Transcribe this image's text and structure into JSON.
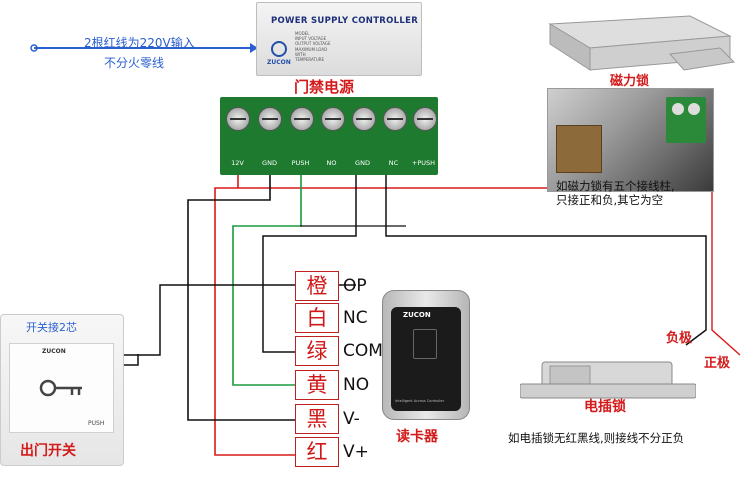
{
  "power_supply": {
    "title": "POWER SUPPLY CONTROLLER",
    "brand": "ZUCON",
    "specs": [
      "MODEL",
      "INPUT VOLTAGE",
      "OUTPUT VOLTAGE",
      "MAXIMUM LOAD",
      "WITH",
      "TEMPERATURE"
    ],
    "caption": "门禁电源"
  },
  "mains_note": {
    "line1": "2根红线为220V输入",
    "line2": "不分火零线"
  },
  "terminal_labels": [
    "12V",
    "GND",
    "PUSH",
    "NO",
    "GND",
    "NC",
    "+PUSH"
  ],
  "maglock": {
    "title": "磁力锁",
    "note_line1": "如磁力锁有五个接线柱,",
    "note_line2": "只接正和负,其它为空"
  },
  "reader_wires": [
    {
      "char": "橙",
      "label": "OP"
    },
    {
      "char": "白",
      "label": "NC"
    },
    {
      "char": "绿",
      "label": "COM"
    },
    {
      "char": "黄",
      "label": "NO"
    },
    {
      "char": "黑",
      "label": "V-"
    },
    {
      "char": "红",
      "label": "V+"
    }
  ],
  "reader": {
    "brand": "ZUCON",
    "subtitle": "Intelligent Access Controller",
    "caption": "读卡器"
  },
  "exit_button": {
    "note": "开关接2芯",
    "brand": "ZUCON",
    "push_label": "PUSH",
    "caption": "出门开关"
  },
  "bolt_lock": {
    "negative": "负极",
    "positive": "正极",
    "title": "电插锁",
    "note": "如电插锁无红黑线,则接线不分正负"
  },
  "colors": {
    "wire_red": "#d81b1b",
    "wire_green": "#1c9a3c",
    "wire_black": "#111111",
    "mains_blue": "#2a5fd0"
  }
}
